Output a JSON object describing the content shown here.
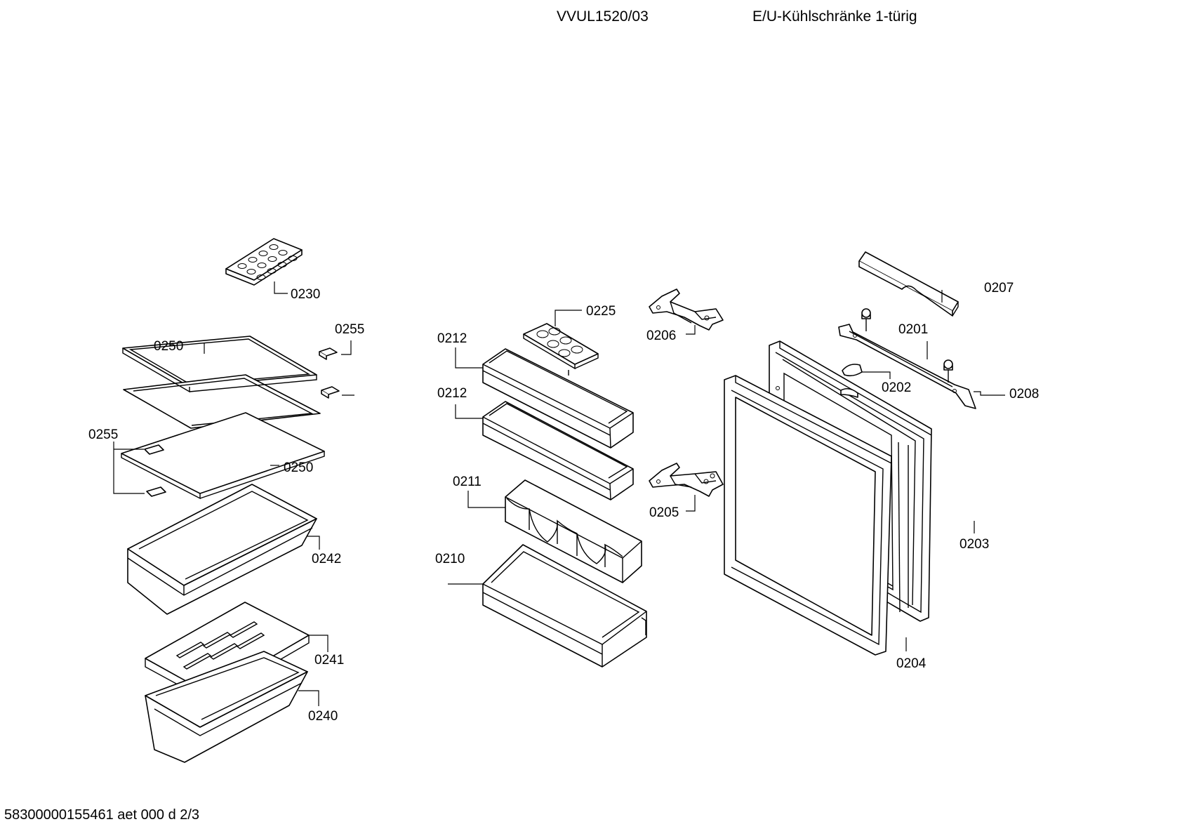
{
  "header": {
    "model": "VVUL1520/03",
    "description": "E/U-Kühlschränke 1-türig"
  },
  "footer": "58300000155461 aet 000 d 2/3",
  "labels": {
    "p0230": "0230",
    "p0250a": "0250",
    "p0255a": "0255",
    "p0255b": "0255",
    "p0250b": "0250",
    "p0242": "0242",
    "p0241": "0241",
    "p0240": "0240",
    "p0225": "0225",
    "p0212a": "0212",
    "p0212b": "0212",
    "p0211": "0211",
    "p0210": "0210",
    "p0206": "0206",
    "p0205": "0205",
    "p0207": "0207",
    "p0201": "0201",
    "p0202": "0202",
    "p0208": "0208",
    "p0203": "0203",
    "p0204": "0204"
  }
}
